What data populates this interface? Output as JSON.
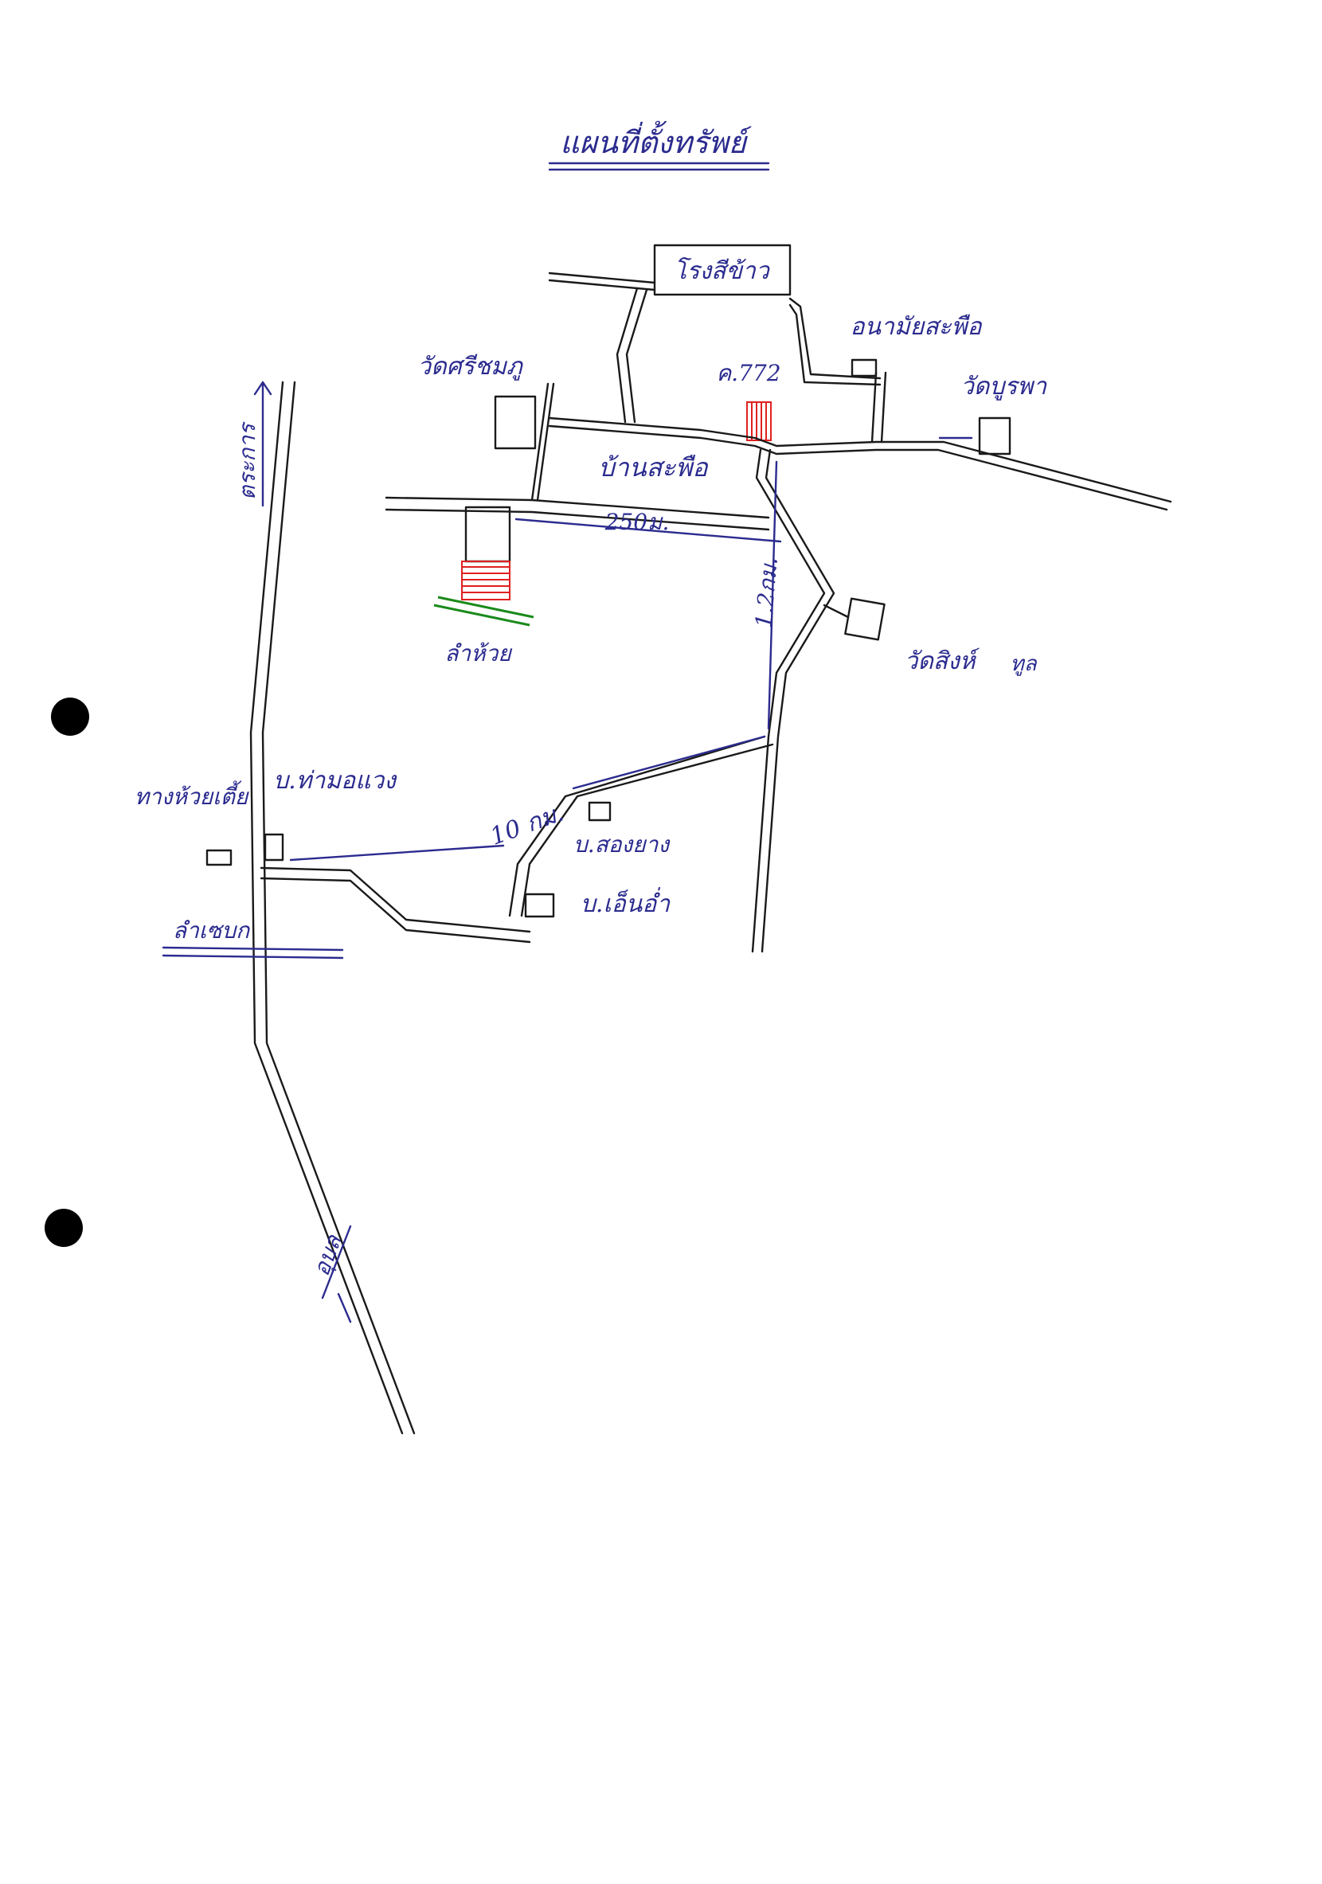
{
  "title": "แผนที่ตั้งทรัพย์",
  "colors": {
    "ink": "#1a1a1a",
    "label": "#2b2b8f",
    "highlight": "#e02020",
    "stream": "#1a8a1a",
    "stamp": "#8a6fd0"
  },
  "labels": {
    "rice_mill": "โรงสีข้าว",
    "health_station": "อนามัยสะพือ",
    "wat_sri_chomphu": "วัดศรีชมภู",
    "plot_code": "ค.772",
    "wat_burapha": "วัดบูรพา",
    "village_saphue": "บ้านสะพือ",
    "dist_250m": "250ม.",
    "dist_1_2km": "1.2กม.",
    "stream": "ลำห้วย",
    "wat_sing": "วัดสิงห์",
    "stamp_text": "ทูล",
    "to_trakan": "ตระการ",
    "to_ubon": "อุบล",
    "dist_10km": "10 กม.",
    "ban_tha_mon_waeng": "บ.ท่ามอแวง",
    "huai_tia": "ทางห้วยเตี้ย",
    "ban_song_yang": "บ.สองยาง",
    "ban_en_ao": "บ.เอ็นอ่ำ",
    "lam_sebok": "ลำเซบก"
  }
}
